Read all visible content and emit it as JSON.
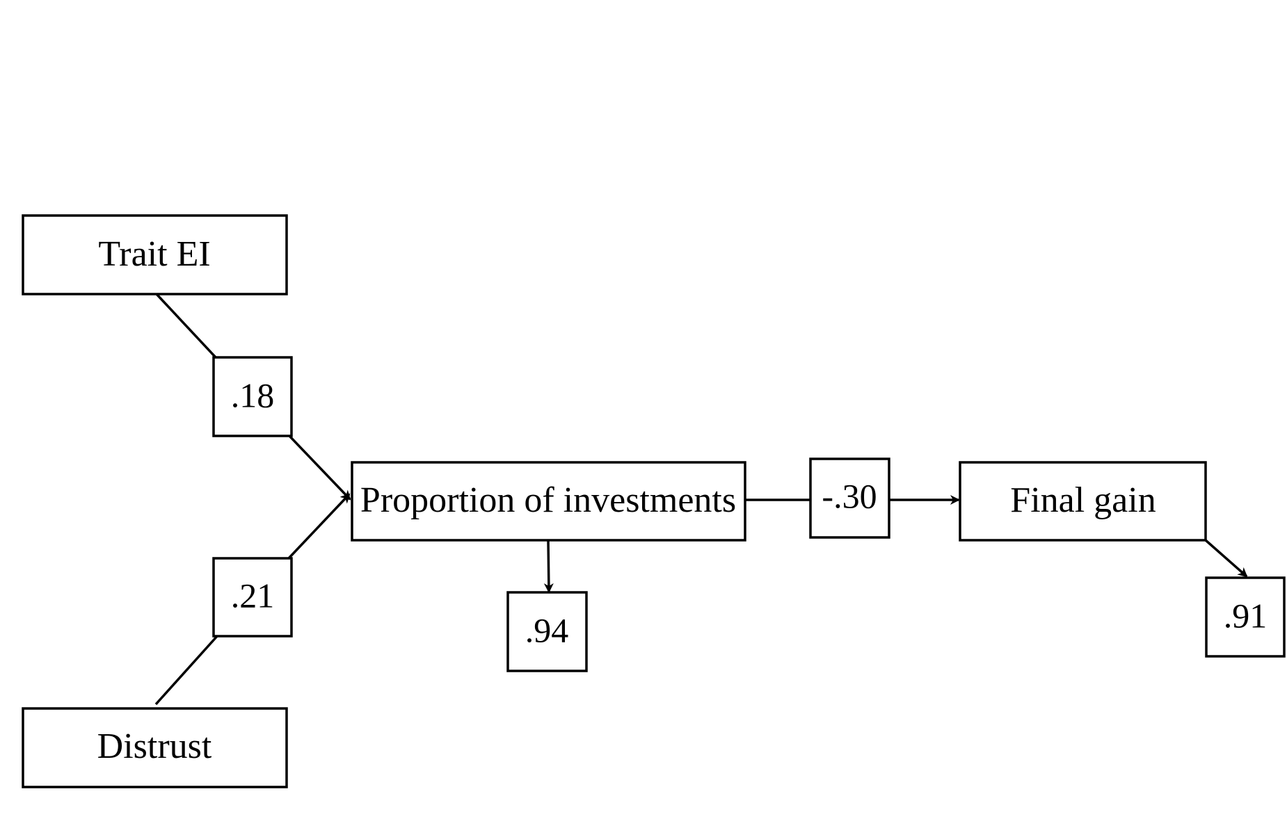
{
  "nodes": {
    "trait_ei": "Trait EI",
    "distrust": "Distrust",
    "proportion_investments": "Proportion of investments",
    "final_gain": "Final gain"
  },
  "coefficients": {
    "trait_ei_to_proportion": ".18",
    "distrust_to_proportion": ".21",
    "proportion_to_final_gain": "-.30"
  },
  "residuals": {
    "proportion_investments": ".94",
    "final_gain": ".91"
  }
}
